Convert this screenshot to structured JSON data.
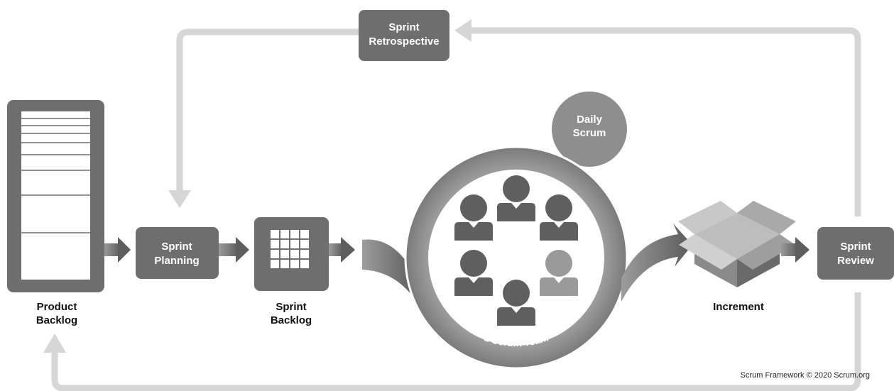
{
  "nodes": {
    "retrospective": {
      "line1": "Sprint",
      "line2": "Retrospective"
    },
    "daily_scrum": {
      "line1": "Daily",
      "line2": "Scrum"
    },
    "planning": {
      "line1": "Sprint",
      "line2": "Planning"
    },
    "review": {
      "line1": "Sprint",
      "line2": "Review"
    },
    "team_ring": {
      "label": "1 Scrum Team"
    }
  },
  "captions": {
    "product_backlog": {
      "line1": "Product",
      "line2": "Backlog"
    },
    "sprint_backlog": {
      "line1": "Sprint",
      "line2": "Backlog"
    },
    "increment": {
      "label": "Increment"
    }
  },
  "footer": {
    "credit": "Scrum Framework © 2020 Scrum.org"
  },
  "colors": {
    "dark_box": "#6e6e6e",
    "loop_line": "#d6d6d6",
    "ring": "#8a8a8a",
    "person": "#5f5f5f",
    "person_light": "#9a9a9a",
    "daily_circle": "#8e8e8e"
  }
}
